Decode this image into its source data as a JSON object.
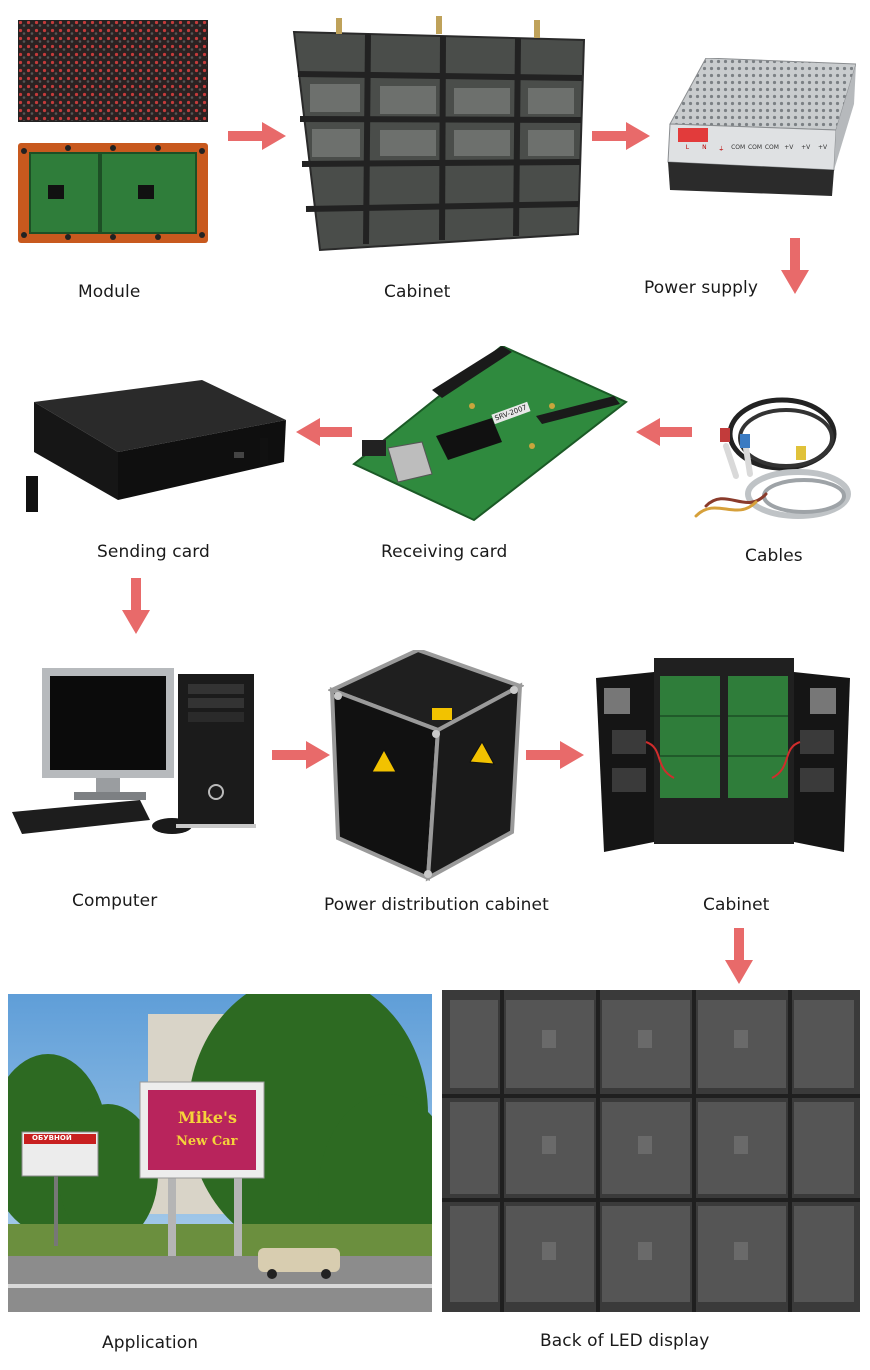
{
  "labels": {
    "module": "Module",
    "cabinet_top": "Cabinet",
    "power_supply": "Power supply",
    "sending_card": "Sending card",
    "receiving_card": "Receiving card",
    "cables": "Cables",
    "computer": "Computer",
    "power_distribution_cabinet": "Power distribution cabinet",
    "cabinet_open": "Cabinet",
    "application": "Application",
    "back_of_led_display": "Back of LED display"
  },
  "power_supply_panel": {
    "terminals": [
      "L",
      "N",
      "⏚",
      "COM",
      "COM",
      "COM",
      "+V",
      "+V",
      "+V"
    ]
  },
  "receiving_card_sticker": "SRV-2007",
  "billboard": {
    "line1": "Mike's",
    "line2": "New Car"
  },
  "shop_sign": "ОБУВНОЙ",
  "colors": {
    "arrow": "#e86a6a",
    "pcb_green": "#2f7d3a",
    "module_orange": "#c8591e",
    "cabinet_frame": "#3a3a3a"
  }
}
